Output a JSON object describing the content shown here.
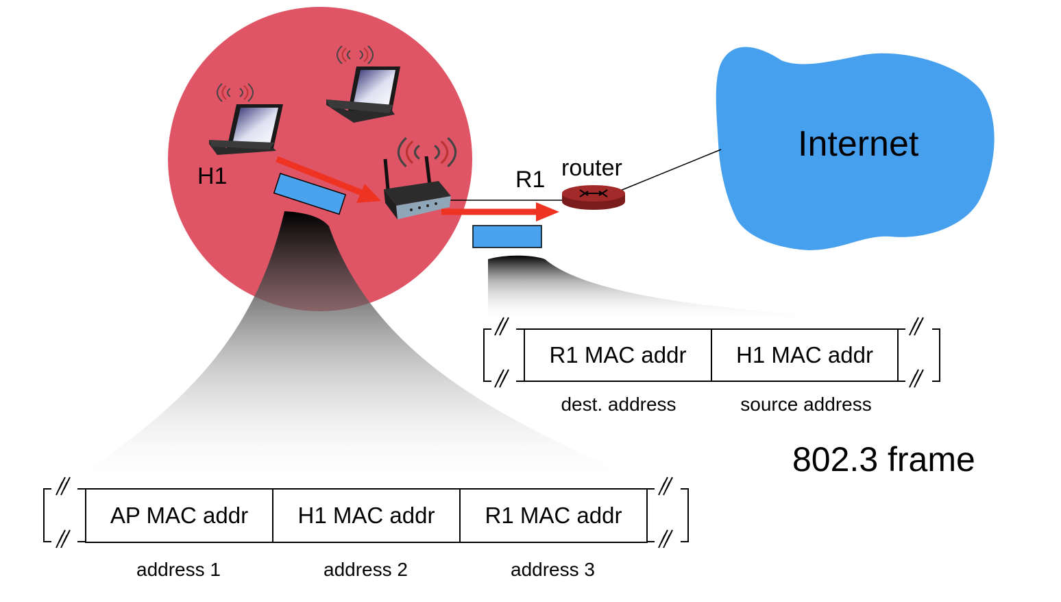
{
  "labels": {
    "h1": "H1",
    "r1": "R1",
    "router": "router",
    "internet": "Internet",
    "frame_8023": "802.3 frame"
  },
  "wifi_frame": {
    "fields": [
      "AP MAC addr",
      "H1 MAC addr",
      "R1 MAC addr"
    ],
    "captions": [
      "address 1",
      "address 2",
      "address 3"
    ]
  },
  "ethernet_frame": {
    "fields": [
      "R1 MAC addr",
      "H1 MAC addr"
    ],
    "captions": [
      "dest. address",
      "source address"
    ]
  },
  "colors": {
    "wireless_cell": "#e05565",
    "internet_cloud": "#46a0ee",
    "frame_box": "#4aa3ec",
    "arrow": "#ee3322",
    "router": "#a32a2a"
  },
  "icons": [
    "laptop-icon",
    "wireless-signal-icon",
    "access-point-icon",
    "router-icon",
    "internet-cloud-icon",
    "frame-break-icon"
  ]
}
